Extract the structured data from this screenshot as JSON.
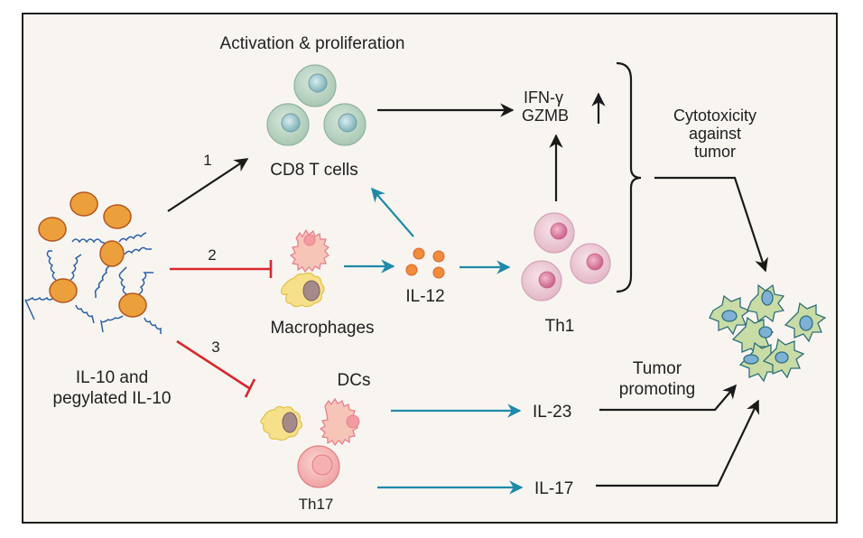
{
  "title": "Activation & proliferation",
  "colors": {
    "background": "#f8f5f1",
    "border": "#1e1e1e",
    "activation_arrow": "#1a1a1a",
    "inhibition": "#d9262c",
    "signal_arrow": "#1f8aa8",
    "il10_particle": "#eba03c",
    "peg_chain": "#2a5fa8",
    "cd8_cell": "#b9d3c2",
    "th1_cell": "#eecbd8",
    "th17_cell": "#f5b7b5",
    "macrophage_pink": "#f7c4b8",
    "macrophage_yellow": "#f6e08a",
    "il12_dot": "#f28c3c",
    "tumor_cell": "#c9dca6",
    "tumor_nucleus": "#7fb0d6"
  },
  "nodes": {
    "il10": {
      "label_line1": "IL-10 and",
      "label_line2": "pegylated IL-10"
    },
    "cd8": {
      "label": "CD8 T cells"
    },
    "macrophages": {
      "label": "Macrophages"
    },
    "il12": {
      "label": "IL-12"
    },
    "th1": {
      "label": "Th1"
    },
    "effectors": {
      "line1": "IFN-γ",
      "line2": "GZMB"
    },
    "cytotoxicity": {
      "line1": "Cytotoxicity",
      "line2": "against",
      "line3": "tumor"
    },
    "dcs": {
      "label": "DCs"
    },
    "th17": {
      "label": "Th17"
    },
    "il23": {
      "label": "IL-23"
    },
    "il17": {
      "label": "IL-17"
    },
    "tumor_promoting": {
      "line1": "Tumor",
      "line2": "promoting"
    }
  },
  "pathways": [
    {
      "number": "1",
      "type": "activation",
      "from": "IL-10",
      "to": "CD8 T cells"
    },
    {
      "number": "2",
      "type": "inhibition",
      "from": "IL-10",
      "to": "Macrophages"
    },
    {
      "number": "3",
      "type": "inhibition",
      "from": "IL-10",
      "to": "DCs"
    }
  ],
  "edges": [
    {
      "from": "CD8 T cells",
      "to": "IFN-γ / GZMB",
      "type": "activation"
    },
    {
      "from": "Macrophages",
      "to": "IL-12",
      "type": "signal"
    },
    {
      "from": "IL-12",
      "to": "CD8 T cells",
      "type": "signal"
    },
    {
      "from": "IL-12",
      "to": "Th1",
      "type": "signal"
    },
    {
      "from": "Th1",
      "to": "IFN-γ / GZMB",
      "type": "activation"
    },
    {
      "from": "Cytotoxicity against tumor",
      "to": "Tumor",
      "type": "activation"
    },
    {
      "from": "DCs",
      "to": "IL-23",
      "type": "signal"
    },
    {
      "from": "Th17",
      "to": "IL-17",
      "type": "signal"
    },
    {
      "from": "IL-23",
      "to": "Tumor",
      "type": "activation"
    },
    {
      "from": "IL-17",
      "to": "Tumor",
      "type": "activation"
    }
  ],
  "effector_change": "increased"
}
